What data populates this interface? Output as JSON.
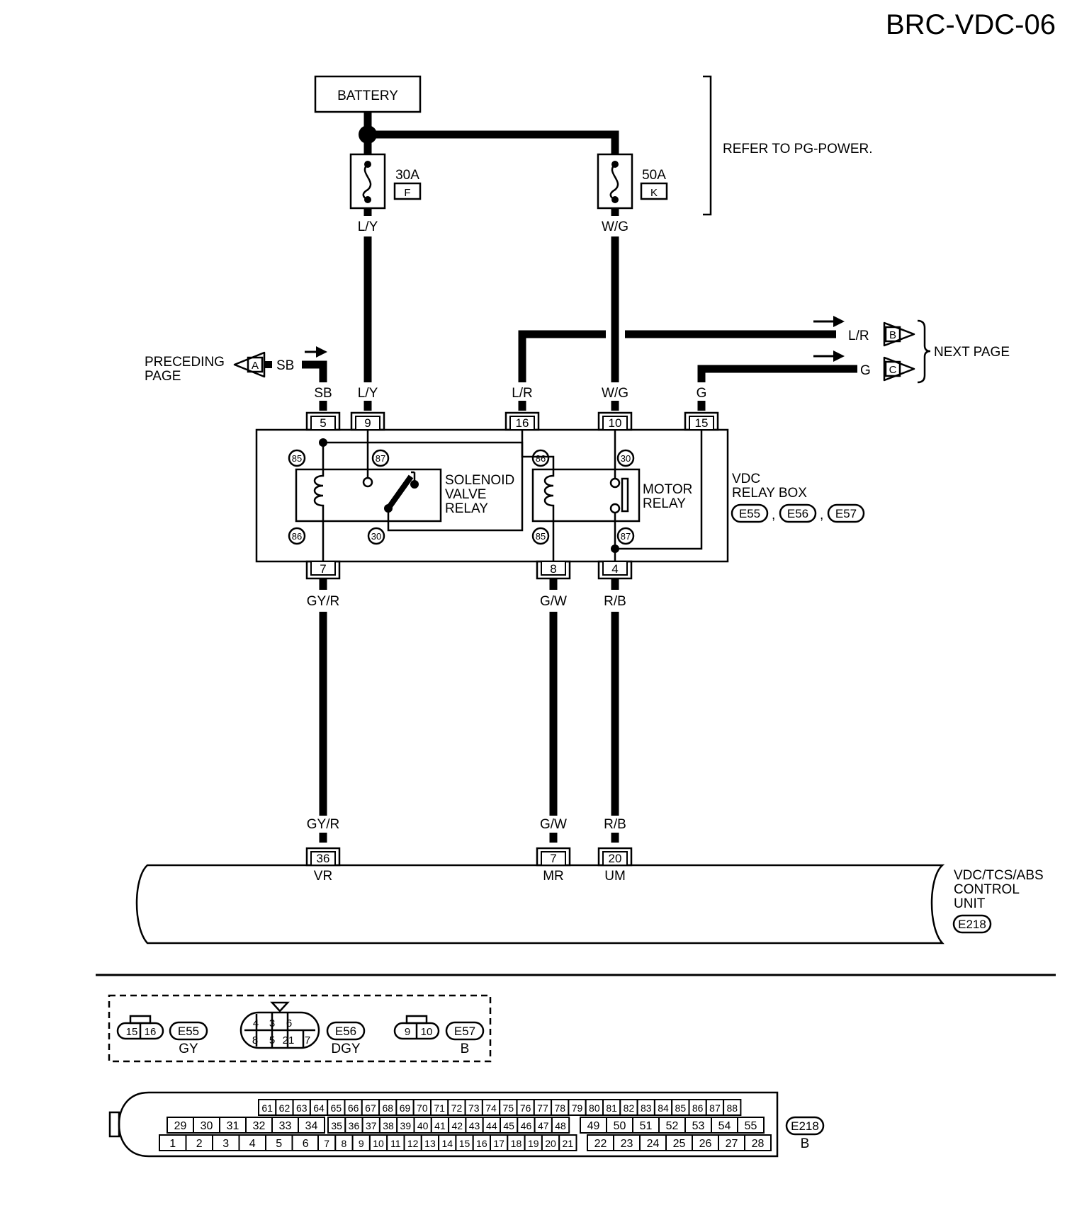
{
  "page": {
    "code": "BRC-VDC-06"
  },
  "power": {
    "battery": "BATTERY",
    "refer": "REFER TO PG-POWER.",
    "fuses": [
      {
        "amps": "30A",
        "letter": "F",
        "wire": "L/Y"
      },
      {
        "amps": "50A",
        "letter": "K",
        "wire": "W/G"
      }
    ]
  },
  "connectors": {
    "preceding": {
      "line1": "PRECEDING",
      "line2": "PAGE",
      "tag": "A",
      "wire": "SB"
    },
    "next_label": "NEXT PAGE",
    "next": [
      {
        "tag": "B",
        "wire": "L/R"
      },
      {
        "tag": "C",
        "wire": "G"
      }
    ]
  },
  "relay_box": {
    "title1": "VDC",
    "title2": "RELAY BOX",
    "codes": [
      "E55",
      "E56",
      "E57"
    ],
    "top_pins": [
      {
        "pin": "5",
        "wire": "SB"
      },
      {
        "pin": "9",
        "wire": "L/Y"
      },
      {
        "pin": "16",
        "wire": "L/R"
      },
      {
        "pin": "10",
        "wire": "W/G"
      },
      {
        "pin": "15",
        "wire": "G"
      }
    ],
    "bottom_pins": [
      {
        "pin": "7",
        "wire": "GY/R"
      },
      {
        "pin": "8",
        "wire": "G/W"
      },
      {
        "pin": "4",
        "wire": "R/B"
      }
    ],
    "solenoid_relay": {
      "line1": "SOLENOID",
      "line2": "VALVE",
      "line3": "RELAY",
      "terms": [
        "85",
        "87",
        "86",
        "30"
      ]
    },
    "motor_relay": {
      "line1": "MOTOR",
      "line2": "RELAY",
      "terms": [
        "86",
        "30",
        "85",
        "87"
      ]
    }
  },
  "control_unit": {
    "line1": "VDC/TCS/ABS",
    "line2": "CONTROL",
    "line3": "UNIT",
    "code": "E218",
    "pins": [
      {
        "pin": "36",
        "wire": "GY/R",
        "sig": "VR"
      },
      {
        "pin": "7",
        "wire": "G/W",
        "sig": "MR"
      },
      {
        "pin": "20",
        "wire": "R/B",
        "sig": "UM"
      }
    ]
  },
  "connector_views": {
    "e55": {
      "pins": [
        "15",
        "16"
      ],
      "code": "E55",
      "color": "GY"
    },
    "e56": {
      "top": [
        "4",
        "3",
        "6"
      ],
      "bottom": [
        "8",
        "5",
        "21",
        "7"
      ],
      "code": "E56",
      "color": "DGY"
    },
    "e57": {
      "pins": [
        "9",
        "10"
      ],
      "code": "E57",
      "color": "B"
    },
    "e218": {
      "code": "E218",
      "color": "B",
      "row1": [
        "61",
        "62",
        "63",
        "64",
        "65",
        "66",
        "67",
        "68",
        "69",
        "70",
        "71",
        "72",
        "73",
        "74",
        "75",
        "76",
        "77",
        "78",
        "79",
        "80",
        "81",
        "82",
        "83",
        "84",
        "85",
        "86",
        "87",
        "88"
      ],
      "row2a": [
        "29",
        "30",
        "31",
        "32",
        "33",
        "34"
      ],
      "row2b": [
        "35",
        "36",
        "37",
        "38",
        "39",
        "40",
        "41",
        "42",
        "43",
        "44",
        "45",
        "46",
        "47",
        "48"
      ],
      "row2c": [
        "49",
        "50",
        "51",
        "52",
        "53",
        "54",
        "55"
      ],
      "row3a": [
        "1",
        "2",
        "3",
        "4",
        "5",
        "6"
      ],
      "row3b": [
        "7",
        "8",
        "9",
        "10",
        "11",
        "12",
        "13",
        "14",
        "15",
        "16",
        "17",
        "18",
        "19",
        "20",
        "21"
      ],
      "row3c": [
        "22",
        "23",
        "24",
        "25",
        "26",
        "27",
        "28"
      ]
    }
  }
}
